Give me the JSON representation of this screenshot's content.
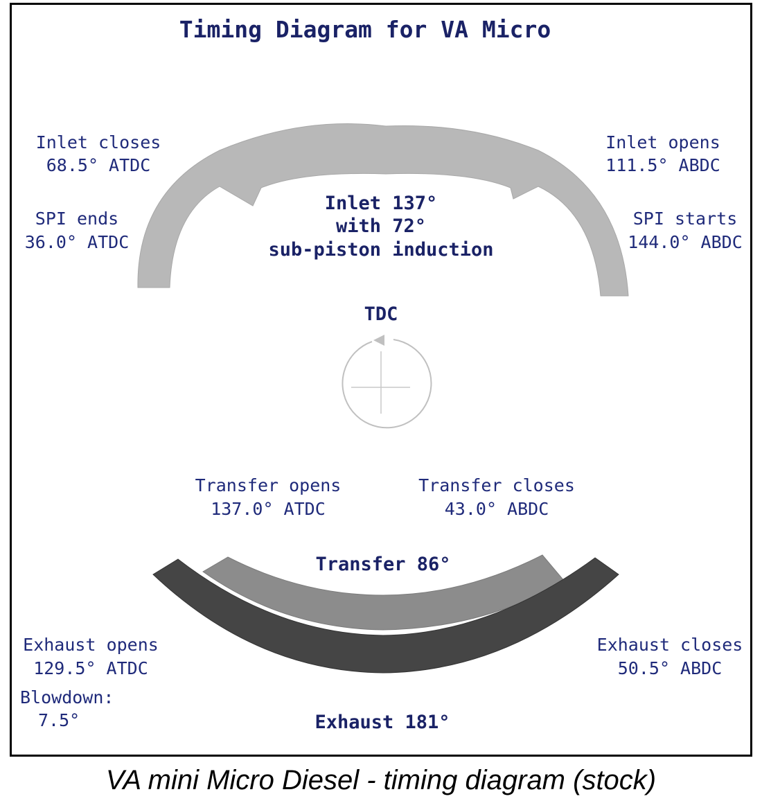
{
  "title": "Timing Diagram for VA Micro",
  "caption": "VA mini Micro Diesel - timing diagram (stock)",
  "center_label": "TDC",
  "inlet": {
    "closes_label": "Inlet closes",
    "closes_value": "68.5° ATDC",
    "opens_label": "Inlet opens",
    "opens_value": "111.5° ABDC",
    "spi_ends_label": "SPI ends",
    "spi_ends_value": "36.0° ATDC",
    "spi_starts_label": "SPI starts",
    "spi_starts_value": "144.0° ABDC",
    "center_line1": "Inlet 137°",
    "center_line2": "with 72°",
    "center_line3": "sub-piston induction"
  },
  "transfer": {
    "opens_label": "Transfer opens",
    "opens_value": "137.0° ATDC",
    "closes_label": "Transfer closes",
    "closes_value": "43.0° ABDC",
    "center_label": "Transfer 86°"
  },
  "exhaust": {
    "opens_label": "Exhaust opens",
    "opens_value": "129.5° ATDC",
    "closes_label": "Exhaust closes",
    "closes_value": "50.5° ABDC",
    "blowdown_label": "Blowdown:",
    "blowdown_value": "7.5°",
    "center_label": "Exhaust 181°"
  },
  "colors": {
    "text": "#1f2a7a",
    "inlet_arc": "#b8b8b8",
    "transfer_arc": "#8c8c8c",
    "exhaust_arc": "#454545",
    "rotation_indicator": "#c0c0c0"
  },
  "icons": {
    "rotation": "rotation-arrow-icon",
    "crosshair": "crosshair-icon"
  }
}
